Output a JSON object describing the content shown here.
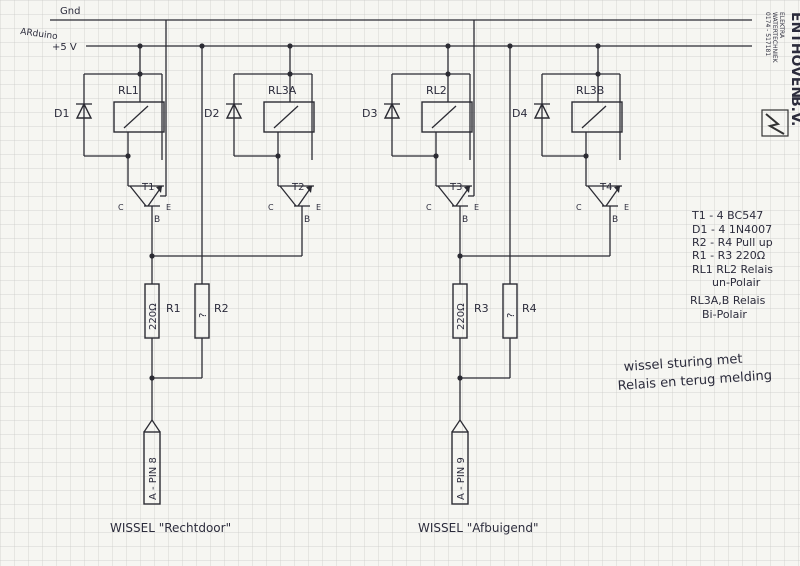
{
  "rails": {
    "gnd": "Gnd",
    "arduino": "ARduino",
    "vplus": "+5 V"
  },
  "channels": [
    {
      "relay_a": "RL1",
      "diode_a": "D1",
      "relay_b": "RL3A",
      "diode_b": "D2",
      "transistor_a": "T1",
      "transistor_b": "T2",
      "resistor_main": "R1",
      "resistor_main_value": "220Ω",
      "resistor_pull": "R2",
      "resistor_pull_value": "?",
      "pin": "A - PIN 8",
      "caption": "WISSEL \"Rechtdoor\""
    },
    {
      "relay_a": "RL2",
      "diode_a": "D3",
      "relay_b": "RL3B",
      "diode_b": "D4",
      "transistor_a": "T3",
      "transistor_b": "T4",
      "resistor_main": "R3",
      "resistor_main_value": "220Ω",
      "resistor_pull": "R4",
      "resistor_pull_value": "?",
      "pin": "A - PIN 9",
      "caption": "WISSEL \"Afbuigend\""
    }
  ],
  "pin_labels": {
    "c": "C",
    "e": "E",
    "b": "B"
  },
  "notes": [
    "T1 - 4  BC547",
    "D1 - 4  1N4007",
    "R2 - R4 Pull up",
    "R1 - R3  220Ω",
    "RL1 RL2 Relais",
    "un-Polair",
    "RL3A,B  Relais",
    "Bi-Polair"
  ],
  "remark": [
    "wissel sturing met",
    "Relais en terug melding"
  ],
  "stamp": {
    "brand": "ENTHOVEN",
    "suffix": "B.V.",
    "line1": "ELEKTRA",
    "line2": "WATERTECHNIEK",
    "line3": "0174 - 517181"
  }
}
